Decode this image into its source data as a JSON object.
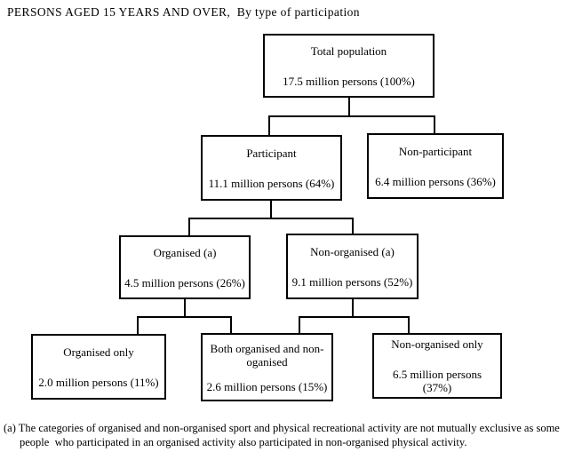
{
  "title": "PERSONS AGED 15 YEARS AND OVER,  By type of participation",
  "nodes": [
    {
      "label": "Total population",
      "value": "17.5 million persons (100%)"
    },
    {
      "label": "Participant",
      "value": "11.1 million persons (64%)"
    },
    {
      "label": "Non-participant",
      "value": "6.4 million persons (36%)"
    },
    {
      "label": "Organised (a)",
      "value": "4.5 million persons (26%)"
    },
    {
      "label": "Non-organised (a)",
      "value": "9.1 million persons (52%)"
    },
    {
      "label": "Organised only",
      "value": "2.0 million persons (11%)"
    },
    {
      "label": "Both organised and non-oganised",
      "value": "2.6 million persons (15%)"
    },
    {
      "label": "Non-organised only",
      "value": "6.5 million persons (37%)"
    }
  ],
  "footnote": {
    "lines": [
      "(a) The categories of organised and non-organised sport and physical recreational activity are not mutually exclusive as some",
      "people  who participated in an organised activity also participated in non-organised physical activity."
    ]
  },
  "colors": {
    "background": "#ffffff",
    "text": "#000000",
    "line": "#000000"
  }
}
